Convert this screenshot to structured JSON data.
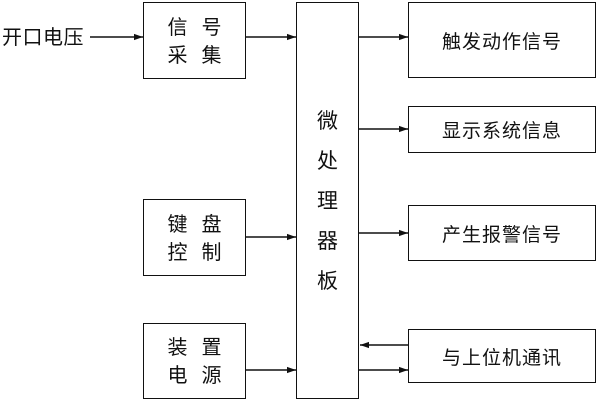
{
  "input_label": "开口电压",
  "left_blocks": {
    "signal": {
      "line1": "信号",
      "line2": "采集"
    },
    "keyboard": {
      "line1": "键盘",
      "line2": "控制"
    },
    "power": {
      "line1": "装置",
      "line2": "电源"
    }
  },
  "processor": {
    "chars": [
      "微",
      "处",
      "理",
      "器",
      "板"
    ]
  },
  "right_blocks": {
    "trigger": "触发动作信号",
    "display": "显示系统信息",
    "alarm": "产生报警信号",
    "comm": "与上位机通讯"
  }
}
